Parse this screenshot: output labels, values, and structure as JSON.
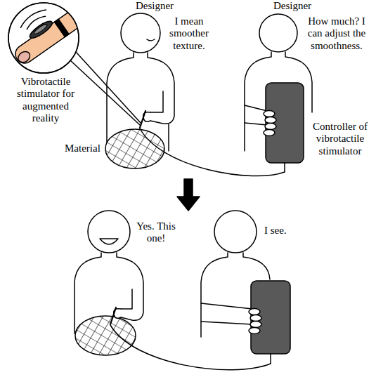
{
  "diagram": {
    "labels": [
      "Designer",
      "Designer",
      "I mean smoother texture.",
      "How much? I can adjust the smoothness.",
      "Vibrotactile stimulator for augmented reality",
      "Material",
      "Controller of vibrotactile stimulator",
      "Yes. This one!",
      "I see."
    ]
  }
}
